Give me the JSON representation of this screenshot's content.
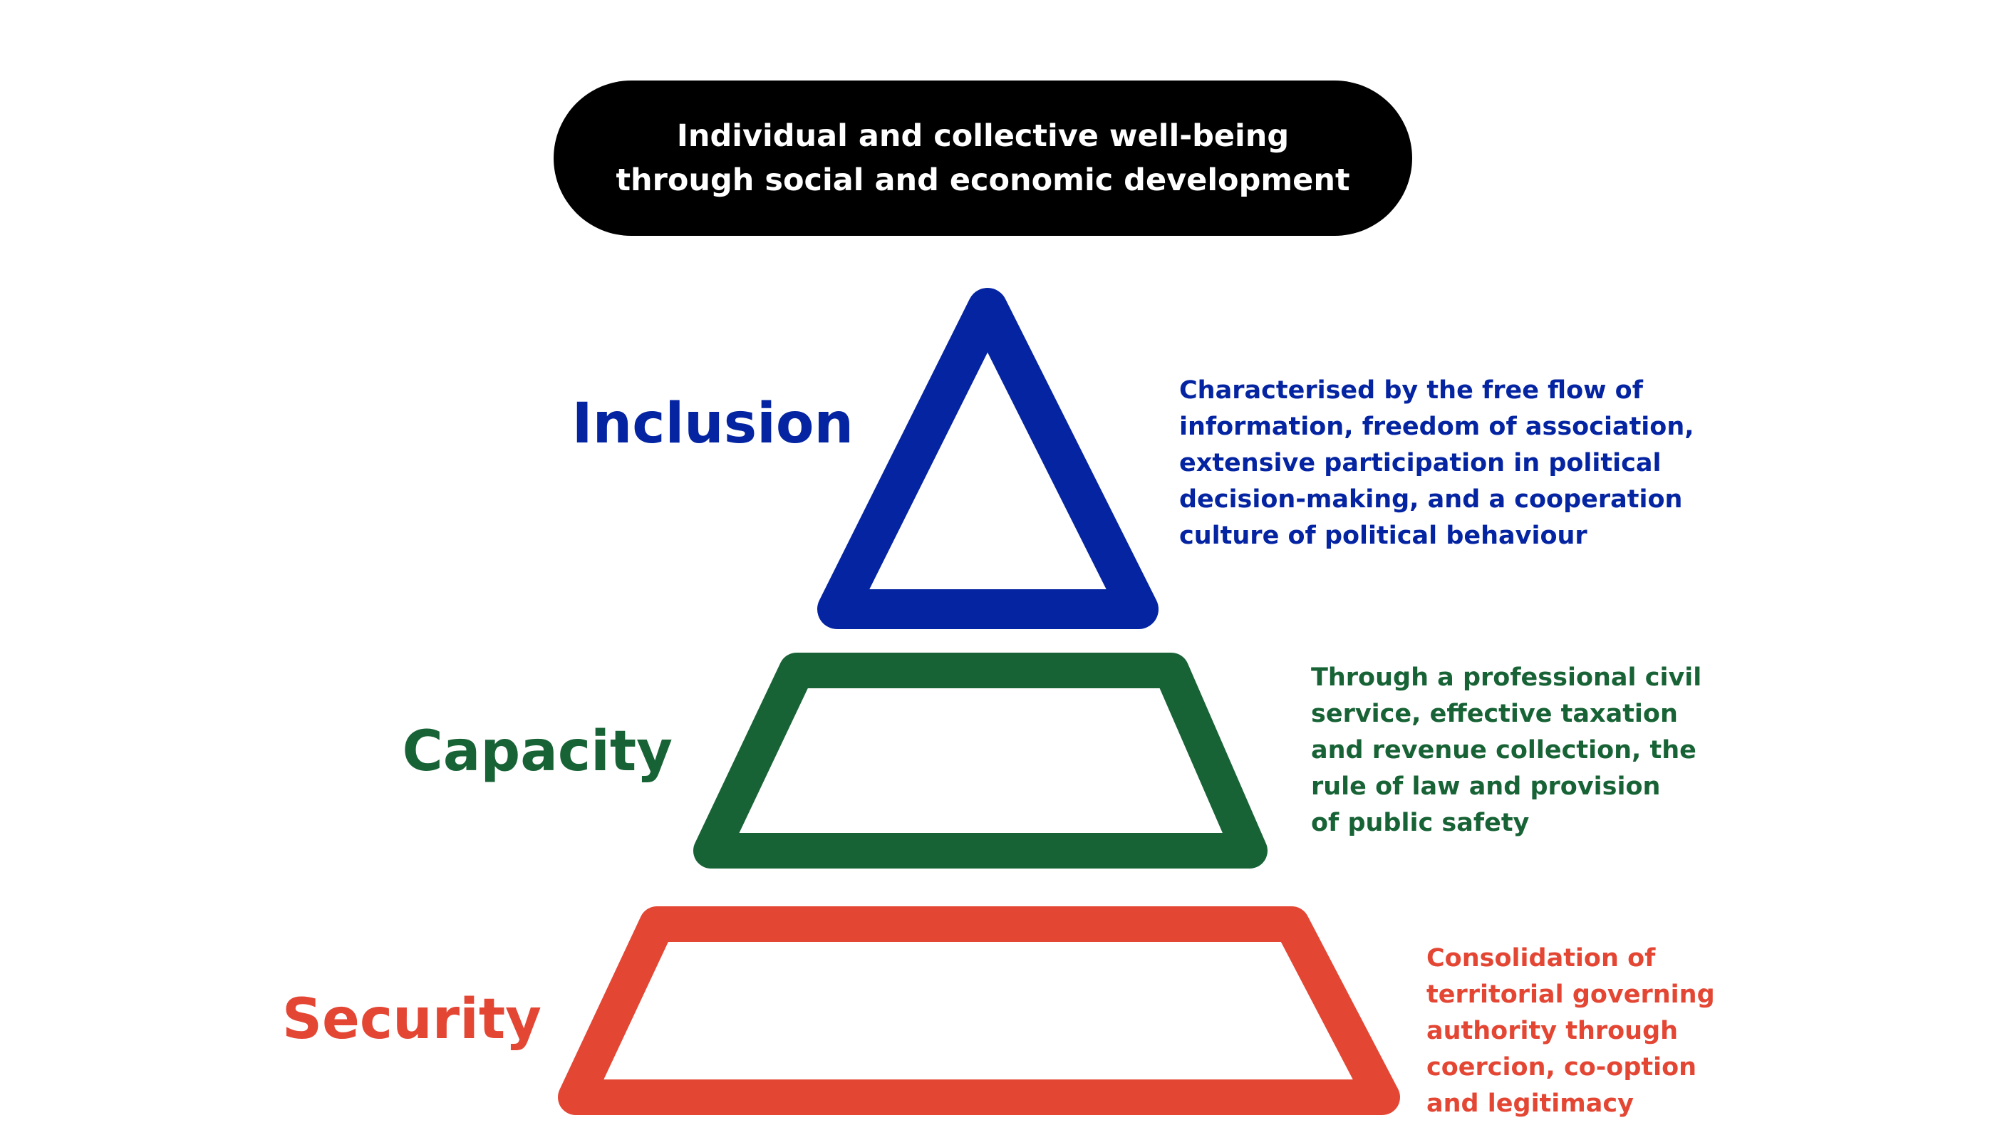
{
  "goal": {
    "lines": [
      "Individual and collective well-being",
      "through social and economic development"
    ]
  },
  "colors": {
    "inclusion": "#0424a2",
    "capacity": "#186336",
    "security": "#e44634",
    "goal_background": "#000000",
    "goal_text": "#ffffff"
  },
  "tiers": {
    "inclusion": {
      "label": "Inclusion",
      "description": [
        "Characterised by the free flow of",
        "information, freedom of association,",
        "extensive participation in political",
        "decision-making, and a cooperation",
        "culture of political behaviour"
      ]
    },
    "capacity": {
      "label": "Capacity",
      "description": [
        "Through a professional civil",
        "service, effective taxation",
        "and revenue collection, the",
        "rule of law and provision",
        "of public safety"
      ]
    },
    "security": {
      "label": "Security",
      "description": [
        "Consolidation of",
        "territorial governing",
        "authority through",
        "coercion, co-option",
        "and legitimacy"
      ]
    }
  }
}
